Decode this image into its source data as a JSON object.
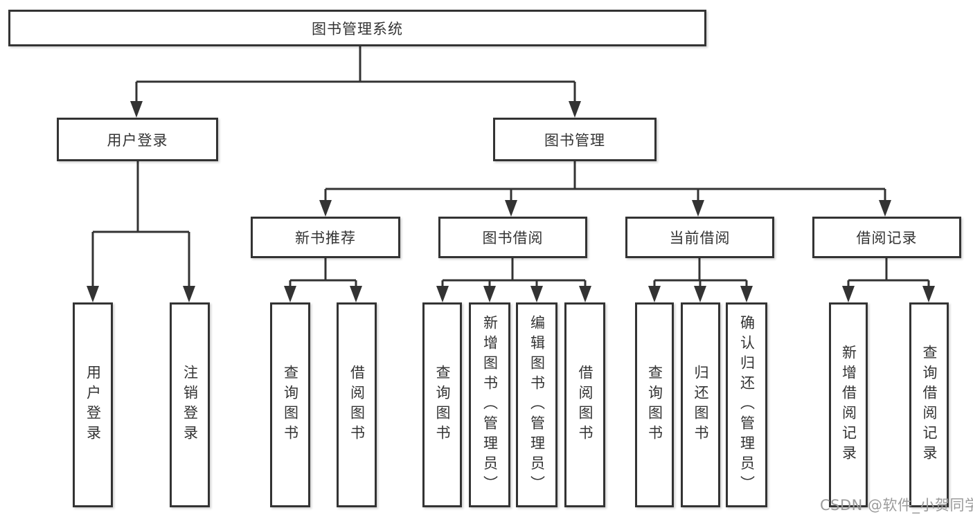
{
  "colors": {
    "line": "#333333",
    "text": "#333333",
    "watermark": "#9b9b9b",
    "bg": "#ffffff"
  },
  "tree": {
    "root": {
      "label": "图书管理系统"
    },
    "branches": [
      {
        "label": "用户登录",
        "children": [
          {
            "label": "用户登录"
          },
          {
            "label": "注销登录"
          }
        ]
      },
      {
        "label": "图书管理",
        "children": [
          {
            "label": "新书推荐",
            "children": [
              {
                "label": "查询图书"
              },
              {
                "label": "借阅图书"
              }
            ]
          },
          {
            "label": "图书借阅",
            "children": [
              {
                "label": "查询图书"
              },
              {
                "label": "新增图书（管理员）"
              },
              {
                "label": "编辑图书（管理员）"
              },
              {
                "label": "借阅图书"
              }
            ]
          },
          {
            "label": "当前借阅",
            "children": [
              {
                "label": "查询图书"
              },
              {
                "label": "归还图书"
              },
              {
                "label": "确认归还（管理员）"
              }
            ]
          },
          {
            "label": "借阅记录",
            "children": [
              {
                "label": "新增借阅记录"
              },
              {
                "label": "查询借阅记录"
              }
            ]
          }
        ]
      }
    ]
  },
  "watermark": {
    "text": "CSDN @软件_小贺同学"
  }
}
